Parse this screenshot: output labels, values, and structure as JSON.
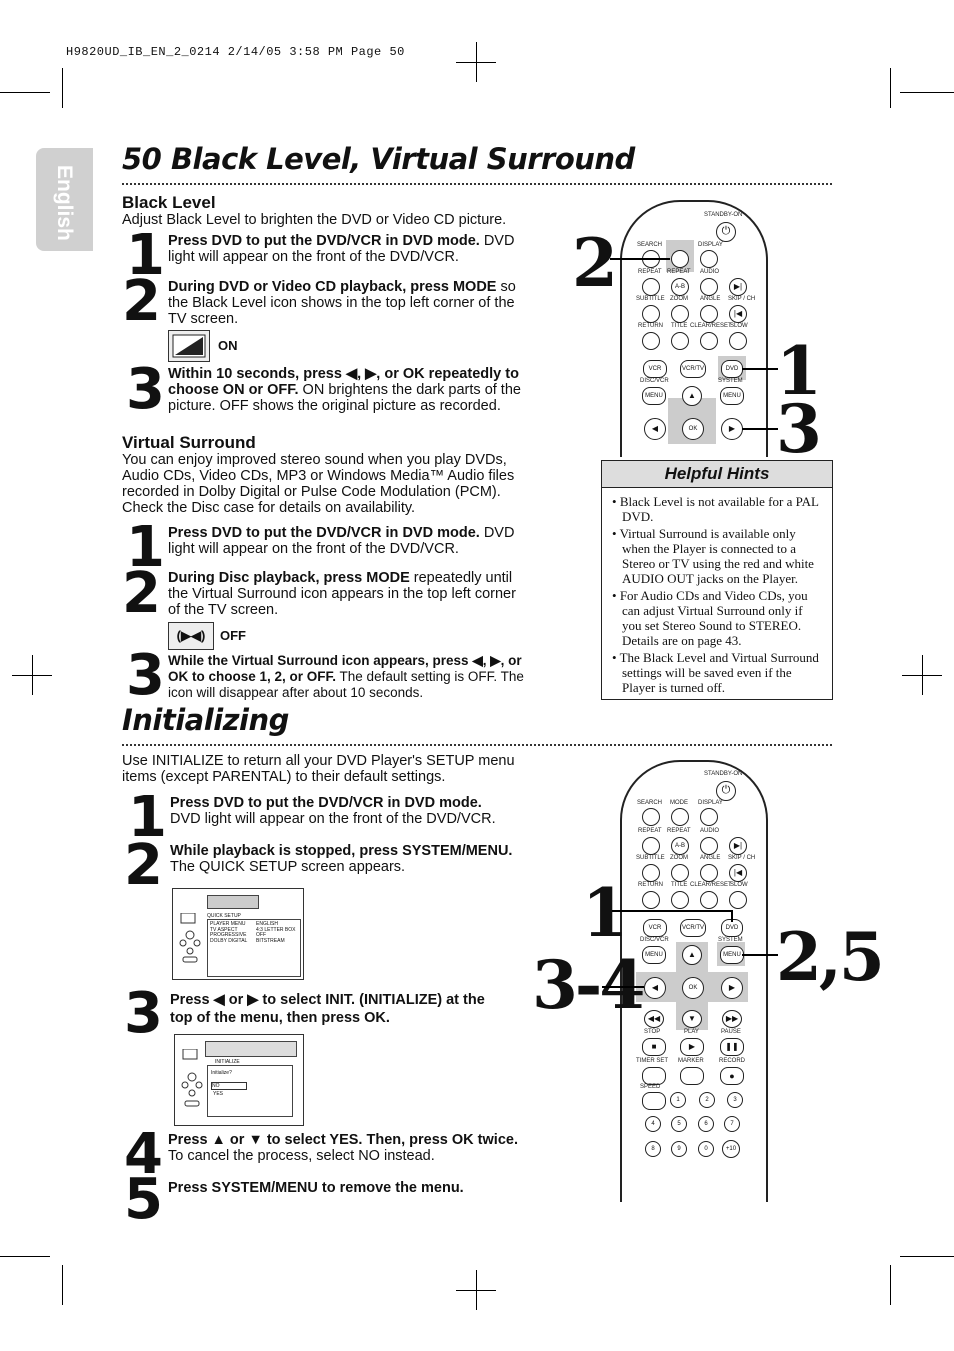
{
  "header": {
    "slug": "H9820UD_IB_EN_2_0214  2/14/05  3:58 PM  Page 50"
  },
  "tab": {
    "label": "English"
  },
  "page_title": "50  Black Level, Virtual Surround",
  "black_level": {
    "heading": "Black Level",
    "intro": "Adjust Black Level to brighten the DVD or Video CD picture.",
    "step1_bold": "Press DVD to put the DVD/VCR in DVD mode.",
    "step1_text": "DVD light will appear on the front of the DVD/VCR.",
    "step2_bold": "During DVD or Video CD playback, press MODE",
    "step2_text": "so the Black Level icon shows in the top left corner of the TV screen.",
    "icon_label": "ON",
    "step3_bold": "Within 10 seconds, press ◀, ▶, or OK repeatedly to choose ON or OFF.",
    "step3_text": "ON brightens the dark parts of the picture. OFF shows the original picture as recorded."
  },
  "virtual_surround": {
    "heading": "Virtual Surround",
    "intro": "You can enjoy improved stereo sound when you play DVDs, Audio CDs, Video CDs, MP3 or Windows Media™ Audio files recorded in Dolby Digital or Pulse Code Modulation (PCM). Check the Disc case for details on availability.",
    "step1_bold": "Press DVD to put the DVD/VCR in DVD mode.",
    "step1_text": "DVD light will appear on the front of the DVD/VCR.",
    "step2_bold": "During Disc playback, press MODE",
    "step2_text": "repeatedly until the Virtual Surround icon appears in the top left corner of the TV screen.",
    "icon_label": "OFF",
    "icon_glyph": "(▶◀)",
    "step3_bold": "While the Virtual Surround icon appears, press ◀, ▶, or OK to choose 1, 2, or OFF.",
    "step3_text": "The default setting is OFF. The icon will disappear after about 10 seconds."
  },
  "hints": {
    "title": "Helpful Hints",
    "items": [
      "Black Level is not available for a PAL DVD.",
      "Virtual Surround is available only when the Player is connected to a Stereo or TV using the red and white AUDIO OUT jacks on the Player.",
      "For Audio CDs and Video CDs, you can adjust Virtual Surround only if you set Stereo Sound to STEREO. Details are on page 43.",
      "The Black Level and Virtual Surround settings will be saved even if the Player is turned off."
    ]
  },
  "initializing": {
    "heading": "Initializing",
    "intro": "Use INITIALIZE to return all your DVD Player's SETUP menu items (except PARENTAL) to their default settings.",
    "step1_bold": "Press DVD to put the DVD/VCR in DVD mode.",
    "step1_text": "DVD light will appear on the front of the DVD/VCR.",
    "step2_bold": "While playback is stopped, press SYSTEM/MENU.",
    "step2_text": "The QUICK SETUP screen appears.",
    "step3_bold": "Press ◀ or ▶ to select INIT. (INITIALIZE) at the top of the menu, then press OK.",
    "step4_bold": "Press ▲ or ▼ to select YES. Then, press OK twice.",
    "step4_text": "To cancel the process, select NO instead.",
    "step5_bold": "Press SYSTEM/MENU to remove the menu."
  },
  "screen_quick": {
    "title": "QUICK SETUP",
    "rows": [
      [
        "PLAYER MENU",
        "ENGLISH"
      ],
      [
        "TV ASPECT",
        "4:3 LETTER BOX"
      ],
      [
        "PROGRESSIVE",
        "OFF"
      ],
      [
        "DOLBY DIGITAL",
        "BITSTREAM"
      ]
    ]
  },
  "screen_init": {
    "title": "INITIALIZE",
    "question": "Initialize?",
    "no": "NO",
    "yes": "YES"
  },
  "step_numbers": {
    "n1": "1",
    "n2": "2",
    "n3": "3",
    "n4": "4",
    "n5": "5"
  },
  "remote_callouts": {
    "top_left": "2",
    "top_r1": "1",
    "top_r3": "3",
    "bot_1": "1",
    "bot_34": "3-4",
    "bot_25": "2,5"
  },
  "remote": {
    "standby": "STANDBY-ON",
    "row1": [
      "SEARCH",
      "MODE",
      "DISPLAY"
    ],
    "row2": [
      "REPEAT",
      "REPEAT",
      "AUDIO"
    ],
    "row3": [
      "SUBTITLE",
      "ZOOM",
      "ANGLE",
      "SKIP / CH"
    ],
    "row4": [
      "RETURN",
      "TITLE",
      "CLEAR/RESET",
      "SLOW"
    ],
    "ab": "A-B",
    "vcr": "VCR",
    "vcrtv": "VCR/TV",
    "dvd": "DVD",
    "disc": "DISC/VCR",
    "system": "SYSTEM",
    "menu": "MENU",
    "ok": "OK",
    "row5": [
      "STOP",
      "PLAY",
      "PAUSE"
    ],
    "row6": [
      "TIMER SET",
      "MARKER",
      "RECORD"
    ],
    "speed": "SPEED",
    "keys": [
      "1",
      "2",
      "3",
      "4",
      "5",
      "6",
      "7",
      "8",
      "9",
      "0",
      "+10"
    ]
  }
}
